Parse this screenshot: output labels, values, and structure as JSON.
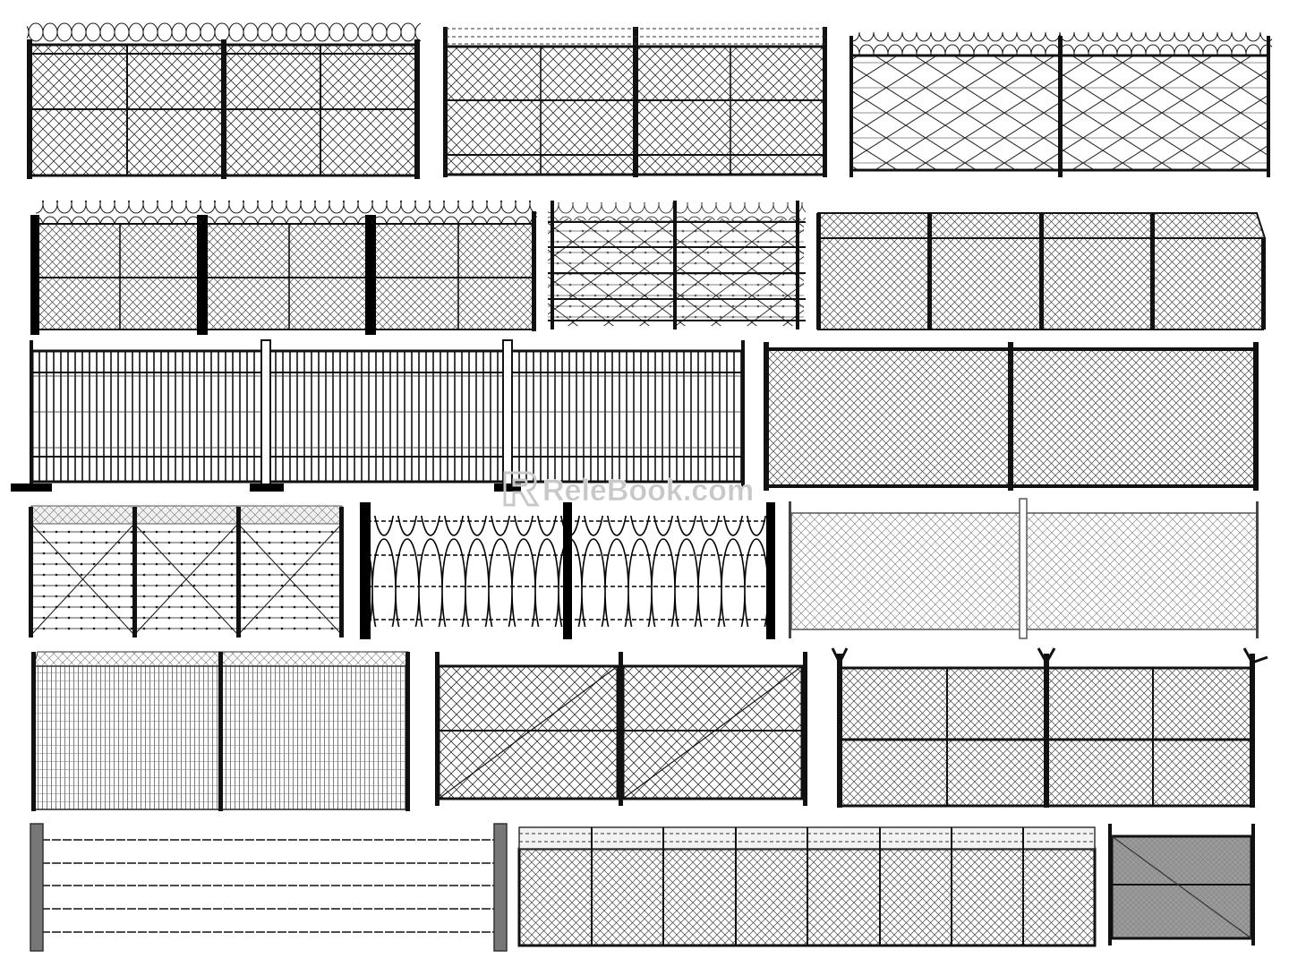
{
  "sheet": {
    "background_color": "#ffffff",
    "ink_color": "#111111",
    "mesh_color": "#333333",
    "fill_gray": "#9a9a9a",
    "post_gray": "#777777"
  },
  "watermark": {
    "text": "ReleBook.com",
    "icon": "relebook-logo-icon",
    "color": "#c8c8c8"
  },
  "fences": [
    {
      "id": "fence-01",
      "type": "chain-link-razor-wire",
      "panels": 4
    },
    {
      "id": "fence-02",
      "type": "chain-link-barbed-top",
      "panels": 4
    },
    {
      "id": "fence-03",
      "type": "diamond-mesh-razor-wire",
      "panels": 2
    },
    {
      "id": "fence-04",
      "type": "chain-link-razor-wire",
      "panels": 6
    },
    {
      "id": "fence-05",
      "type": "barbed-strand-razor-wire",
      "panels": 2
    },
    {
      "id": "fence-06",
      "type": "chain-link-angled-top",
      "panels": 4
    },
    {
      "id": "fence-07",
      "type": "welded-vertical-bar",
      "panels": 3
    },
    {
      "id": "fence-08",
      "type": "chain-link-heavy-frame",
      "panels": 2
    },
    {
      "id": "fence-09",
      "type": "cross-braced-wire-concertina",
      "panels": 3
    },
    {
      "id": "fence-10",
      "type": "concertina-coil",
      "panels": 2
    },
    {
      "id": "fence-11",
      "type": "light-chain-link",
      "panels": 2
    },
    {
      "id": "fence-12",
      "type": "welded-mesh-dense",
      "panels": 2
    },
    {
      "id": "fence-13",
      "type": "chain-link-gate",
      "panels": 2
    },
    {
      "id": "fence-14",
      "type": "chain-link-y-posts",
      "panels": 4
    },
    {
      "id": "fence-15",
      "type": "barbed-wire-wood-posts",
      "panels": 1
    },
    {
      "id": "fence-16",
      "type": "chain-link-barbed-top",
      "panels": 8
    },
    {
      "id": "fence-17",
      "type": "gray-panel-gate",
      "panels": 1
    }
  ]
}
